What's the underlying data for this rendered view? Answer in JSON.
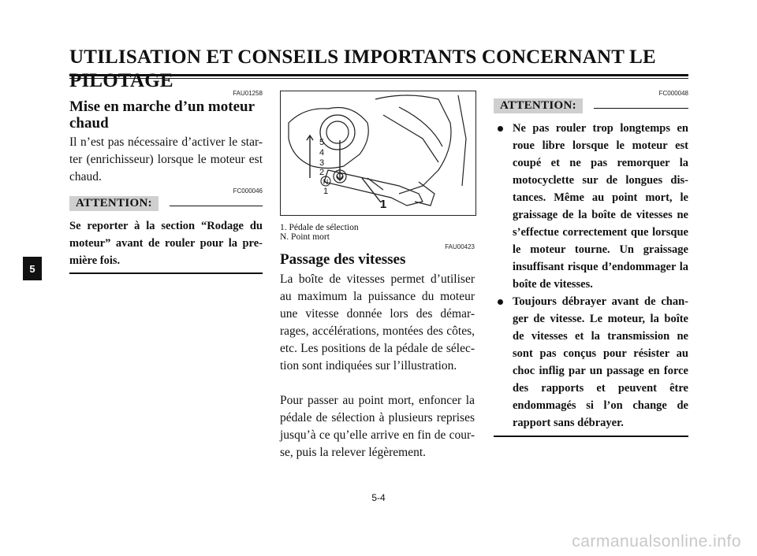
{
  "header": {
    "title": "UTILISATION ET CONSEILS IMPORTANTS CONCERNANT LE PILOTAGE"
  },
  "side_tab": {
    "number": "5"
  },
  "left_column": {
    "code1": "FAU01258",
    "heading_line1": "Mise en marche d’un moteur",
    "heading_line2": "chaud",
    "body": "Il n’est pas nécessaire d’activer le star-ter (enrichisseur) lorsque le moteur est chaud.",
    "code2": "FC000046",
    "attention_label": "ATTENTION:",
    "attention_text": "Se reporter à la section “Rodage du moteur” avant de rouler pour la pre-mière fois."
  },
  "middle_column": {
    "figure": {
      "gear_numbers": [
        "5",
        "4",
        "3",
        "2",
        "N",
        "1"
      ],
      "callout": "1"
    },
    "caption1": "1.   Pédale de sélection",
    "caption2": "N.   Point mort",
    "code": "FAU00423",
    "heading": "Passage des vitesses",
    "para1": "La boîte de vitesses permet d’utiliser au maximum la puissance du moteur une vitesse donnée lors des démar-rages, accélérations, montées des côtes, etc. Les positions de la pédale de sélec-tion sont indiquées sur l’illustration.",
    "para2": "Pour passer au point mort, enfoncer la pédale de sélection à plusieurs reprises jusqu’à ce qu’elle arrive en fin de cour-se, puis la relever légèrement."
  },
  "right_column": {
    "code": "FC000048",
    "attention_label": "ATTENTION:",
    "bullet1": "Ne pas rouler trop longtemps en roue libre lorsque le moteur est coupé et ne pas remorquer la motocyclette sur de longues dis-tances. Même au point mort, le graissage de la boîte de vitesses ne s’effectue correctement que lorsque le moteur tourne. Un graissage insuffisant risque d’endommager la boîte de vitesses.",
    "bullet2": "Toujours débrayer avant de chan-ger de vitesse. Le moteur, la boîte de vitesses et la transmission ne sont pas conçus pour résister au choc inflig par un passage en force des rapports et peuvent être endommagés si l’on change de rapport sans débrayer."
  },
  "footer": {
    "page_number": "5-4",
    "watermark": "carmanualsonline.info"
  }
}
